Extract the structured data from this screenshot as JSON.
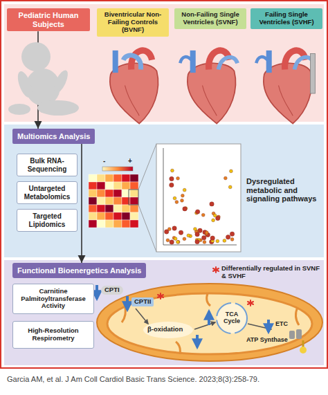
{
  "diagram": {
    "caption": "Garcia AM, et al. J Am Coll Cardiol Basic Trans Science. 2023;8(3):258-79.",
    "nodes": [
      {
        "text": [
          "Pediatric Human Subjects"
        ]
      },
      {
        "text": [
          "Biventricular Non-Failing Controls (BVNF)"
        ]
      },
      {
        "text": [
          "Non-Failing Single Ventricles (SVNF)"
        ]
      },
      {
        "text": [
          "Failing Single Ventricles (SVHF)"
        ]
      },
      {
        "text": [
          "Multiomics Analysis"
        ]
      },
      {
        "text": [
          "Bulk RNA-Sequencing"
        ]
      },
      {
        "text": [
          "Untargeted Metabolomics"
        ]
      },
      {
        "text": [
          "Targeted Lipidomics"
        ]
      },
      {
        "text": [
          "Functional Bioenergetics Analysis"
        ]
      },
      {
        "text": [
          "Carnitine Palmitoyltransferase Activity"
        ]
      },
      {
        "text": [
          "High-Resolution Respirometry"
        ]
      }
    ],
    "edges": [
      {
        "from": 0,
        "to": 4,
        "arrow": "to"
      },
      {
        "from": 4,
        "to": 8,
        "arrow": "to"
      }
    ],
    "labels": [
      "-",
      "+",
      "Dysregulated metabolic and signaling pathways",
      "CPTI",
      "CPTII",
      "β-oxidation",
      "TCA Cycle",
      "ETC",
      "ATP Synthase"
    ],
    "legend": [
      {
        "text": "Differentially regulated in SVNF & SVHF"
      }
    ]
  }
}
